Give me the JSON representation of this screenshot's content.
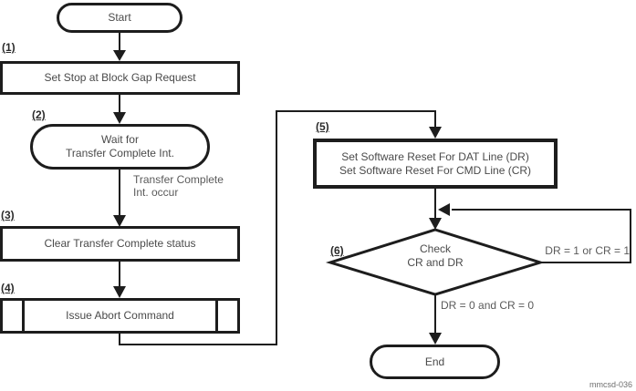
{
  "diagram": {
    "title_hint": "MMC/SD abort command flowchart",
    "nodes": {
      "start": {
        "label": "Start"
      },
      "step1": {
        "num": "(1)",
        "label": "Set Stop at Block Gap Request"
      },
      "step2": {
        "num": "(2)",
        "line1": "Wait for",
        "line2": "Transfer Complete Int."
      },
      "step3": {
        "num": "(3)",
        "label": "Clear Transfer Complete status"
      },
      "step4": {
        "num": "(4)",
        "label": "Issue Abort Command"
      },
      "step5": {
        "num": "(5)",
        "line1": "Set Software Reset For DAT Line (DR)",
        "line2": "Set Software Reset For CMD Line (CR)"
      },
      "step6": {
        "num": "(6)",
        "line1": "Check",
        "line2": "CR and DR"
      },
      "end": {
        "label": "End"
      }
    },
    "edge_labels": {
      "transfer_complete_line1": "Transfer Complete",
      "transfer_complete_line2": "Int. occur",
      "loop_back": "DR = 1 or CR = 1",
      "proceed": "DR = 0 and CR = 0"
    },
    "caption": "mmcsd-036",
    "colors": {
      "line": "#1d1d1d",
      "node_text": "#4a4a4a",
      "annotation_text": "#5a5a5a",
      "background": "#ffffff"
    }
  }
}
